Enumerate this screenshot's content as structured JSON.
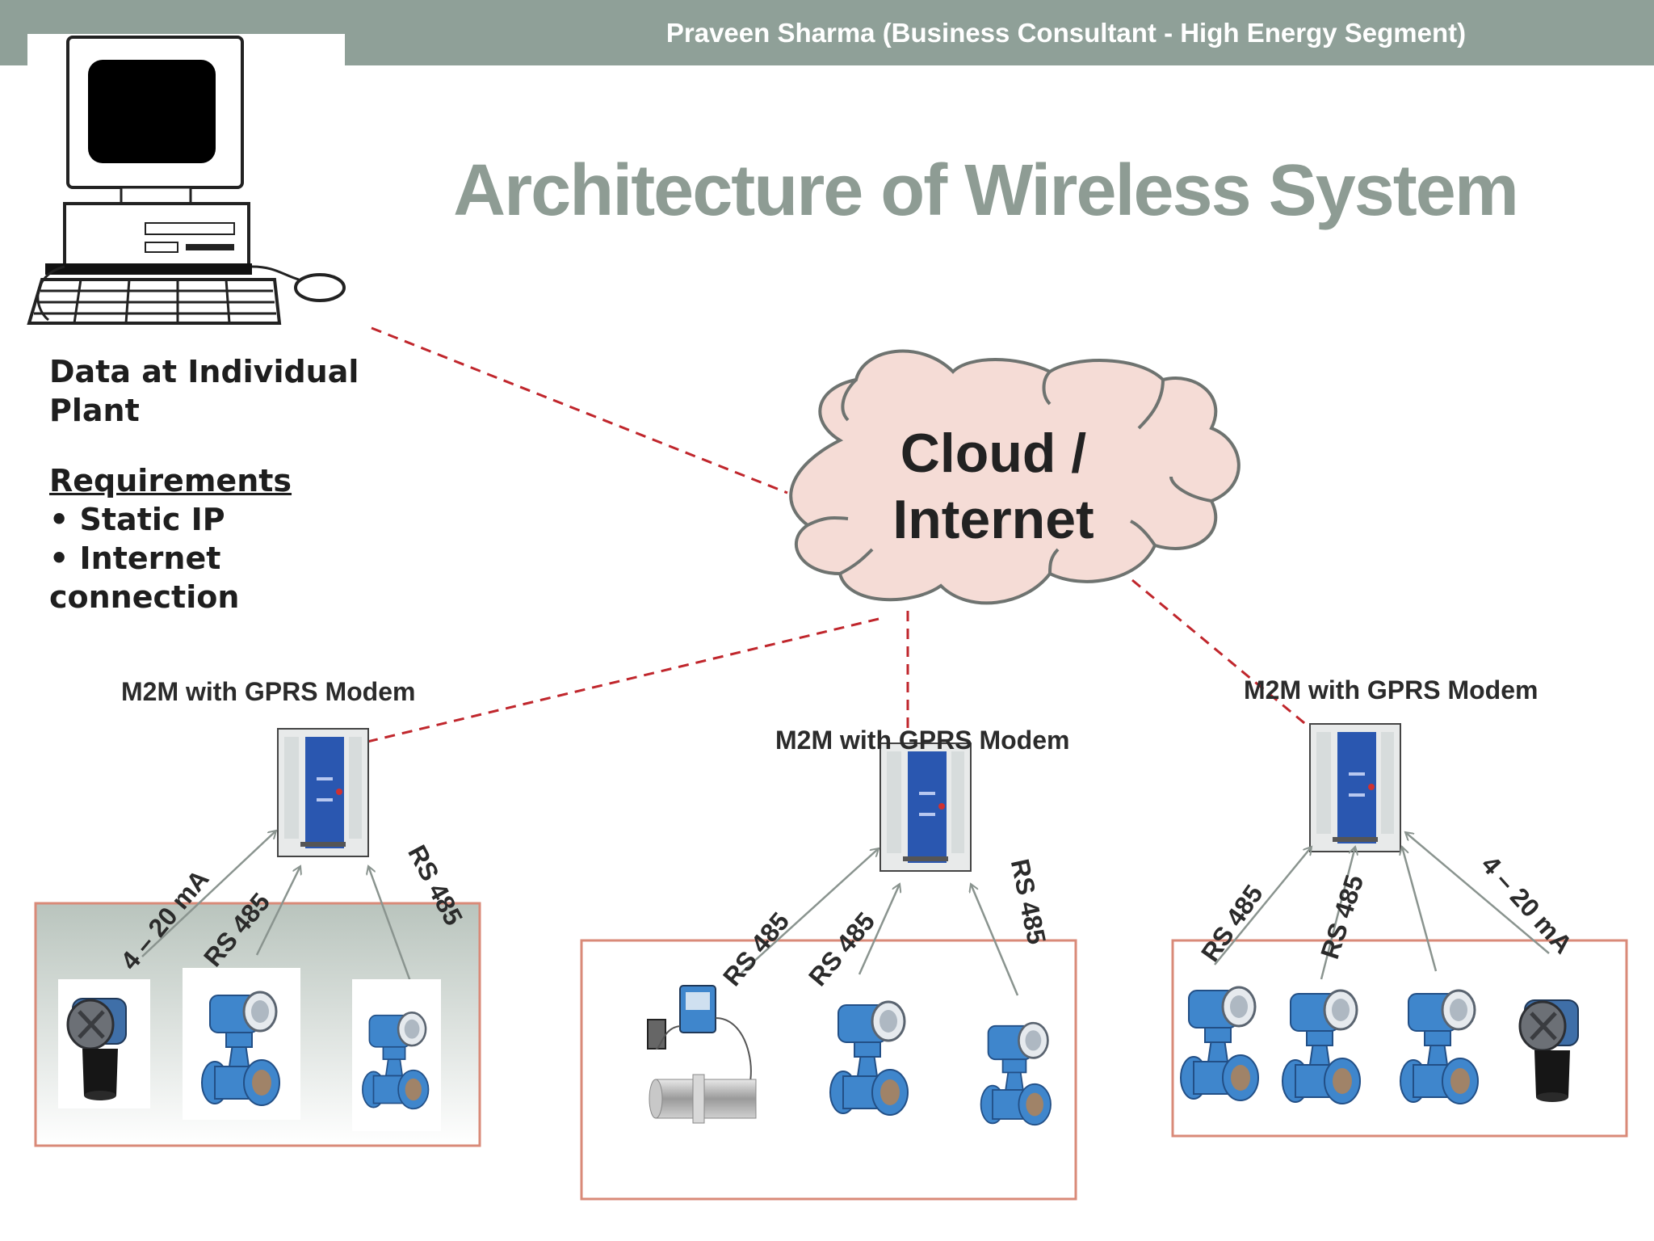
{
  "header": {
    "presenter": "Praveen Sharma (Business Consultant - High Energy Segment)",
    "bar_color": "#8fa098"
  },
  "title": "Architecture of Wireless System",
  "plant_info": {
    "line1": "Data at Individual",
    "line2": "Plant"
  },
  "requirements": {
    "heading": "Requirements",
    "item1": "• Static IP",
    "item2": "• Internet",
    "item2_cont": "connection"
  },
  "cloud": {
    "line1": "Cloud /",
    "line2": "Internet",
    "fill": "#f5dcd6"
  },
  "modems": [
    {
      "label": "M2M with GPRS Modem"
    },
    {
      "label": "M2M with GPRS Modem"
    },
    {
      "label": "M2M with GPRS Modem"
    }
  ],
  "connections": {
    "g1": [
      "4 – 20 mA",
      "RS 485",
      "RS 485"
    ],
    "g2": [
      "RS 485",
      "RS 485",
      "RS 485"
    ],
    "g3": [
      "RS 485",
      "RS 485",
      "4 – 20 mA"
    ]
  },
  "colors": {
    "link_dashed": "#c0262c",
    "group_border": "#d98a78",
    "modem_blue": "#2a57b0",
    "meter_blue": "#3f86cc"
  },
  "icons": {
    "computer": "computer-icon",
    "modem": "modem-icon",
    "flowmeter": "flowmeter-icon",
    "level_transmitter": "level-transmitter-icon",
    "ultrasonic_meter": "ultrasonic-flowmeter-icon"
  }
}
